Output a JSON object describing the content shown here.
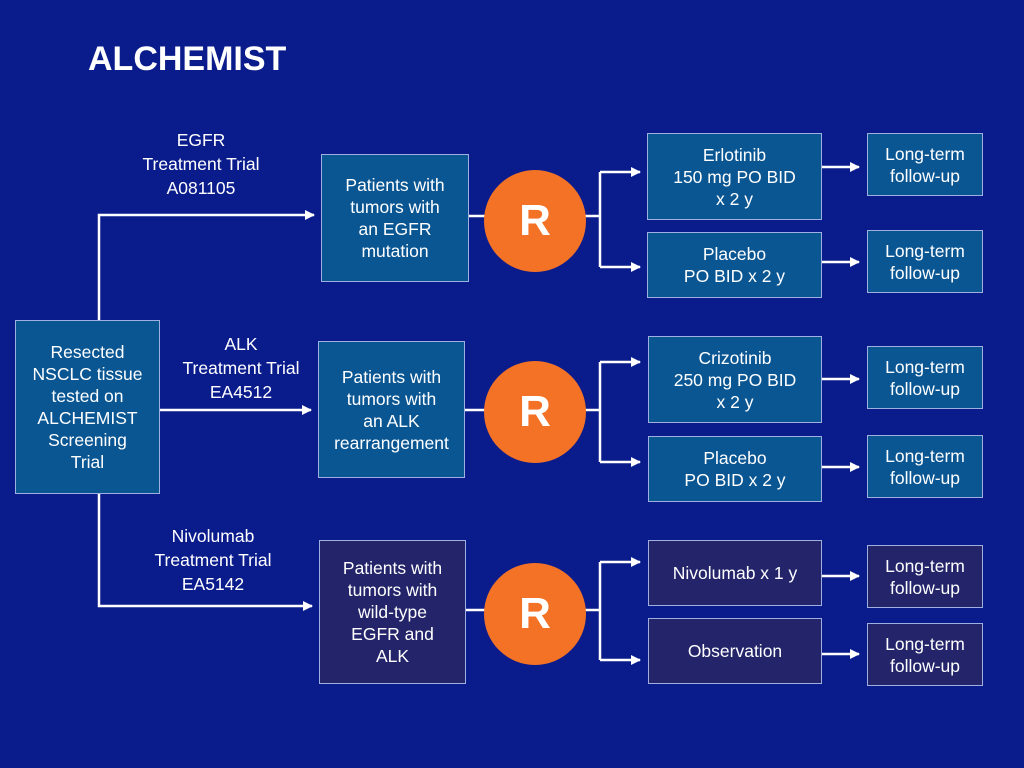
{
  "title": "ALCHEMIST",
  "colors": {
    "background": "#0a1c8c",
    "box_teal": "#0a5693",
    "box_navy": "#23246a",
    "randomization": "#f37226",
    "connector": "#ffffff"
  },
  "screening": {
    "label": "Resected\nNSCLC tissue\ntested on\nALCHEMIST\nScreening\nTrial"
  },
  "trials": [
    {
      "label": "EGFR\nTreatment Trial\nA081105",
      "population": "Patients with\ntumors with\nan EGFR\nmutation",
      "randomization": "R",
      "arms": [
        {
          "label": "Erlotinib\n150 mg PO BID\nx 2 y",
          "followup": "Long-term\nfollow-up"
        },
        {
          "label": "Placebo\nPO BID x 2 y",
          "followup": "Long-term\nfollow-up"
        }
      ]
    },
    {
      "label": "ALK\nTreatment Trial\nEA4512",
      "population": "Patients with\ntumors with\nan ALK\nrearrangement",
      "randomization": "R",
      "arms": [
        {
          "label": "Crizotinib\n250 mg PO BID\nx 2 y",
          "followup": "Long-term\nfollow-up"
        },
        {
          "label": "Placebo\nPO BID x 2 y",
          "followup": "Long-term\nfollow-up"
        }
      ]
    },
    {
      "label": "Nivolumab\nTreatment Trial\nEA5142",
      "population": "Patients with\ntumors with\nwild-type\nEGFR and\nALK",
      "randomization": "R",
      "arms": [
        {
          "label": "Nivolumab x 1 y",
          "followup": "Long-term\nfollow-up"
        },
        {
          "label": "Observation",
          "followup": "Long-term\nfollow-up"
        }
      ]
    }
  ]
}
